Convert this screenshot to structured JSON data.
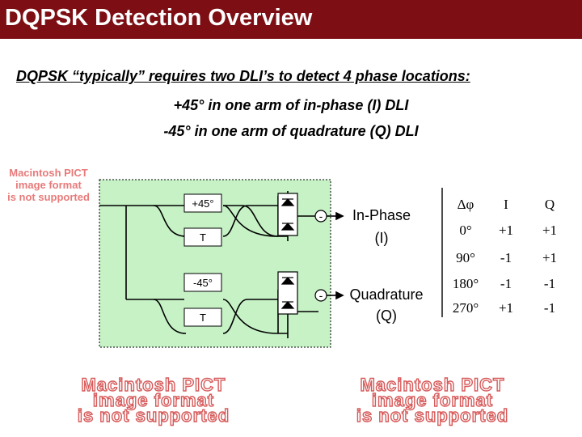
{
  "title": "DQPSK Detection Overview",
  "subtitle": "DQPSK “typically” requires two DLI’s to detect 4 phase locations:",
  "line2": "+45° in one arm of in-phase (I) DLI",
  "line3": "-45° in one arm of quadrature (Q) DLI",
  "placeholder_lines": [
    "Macintosh PICT",
    "image format",
    "is not supported"
  ],
  "diagram": {
    "upper_phase": "+45°",
    "upper_delay": "T",
    "lower_phase": "-45°",
    "lower_delay": "T",
    "diff_sign": "-",
    "out1_line1": "In-Phase",
    "out1_line2": "(I)",
    "out2_line1": "Quadrature",
    "out2_line2": "(Q)"
  },
  "table": {
    "headers": [
      "Δφ",
      "I",
      "Q"
    ],
    "rows": [
      [
        "0°",
        "+1",
        "+1"
      ],
      [
        "90°",
        "-1",
        "+1"
      ],
      [
        "180°",
        "-1",
        "-1"
      ],
      [
        "270°",
        "+1",
        "-1"
      ]
    ]
  },
  "colors": {
    "title_bar": "#7d0f14",
    "panel": "#c6f2c6",
    "placeholder": "#d75a5a"
  }
}
